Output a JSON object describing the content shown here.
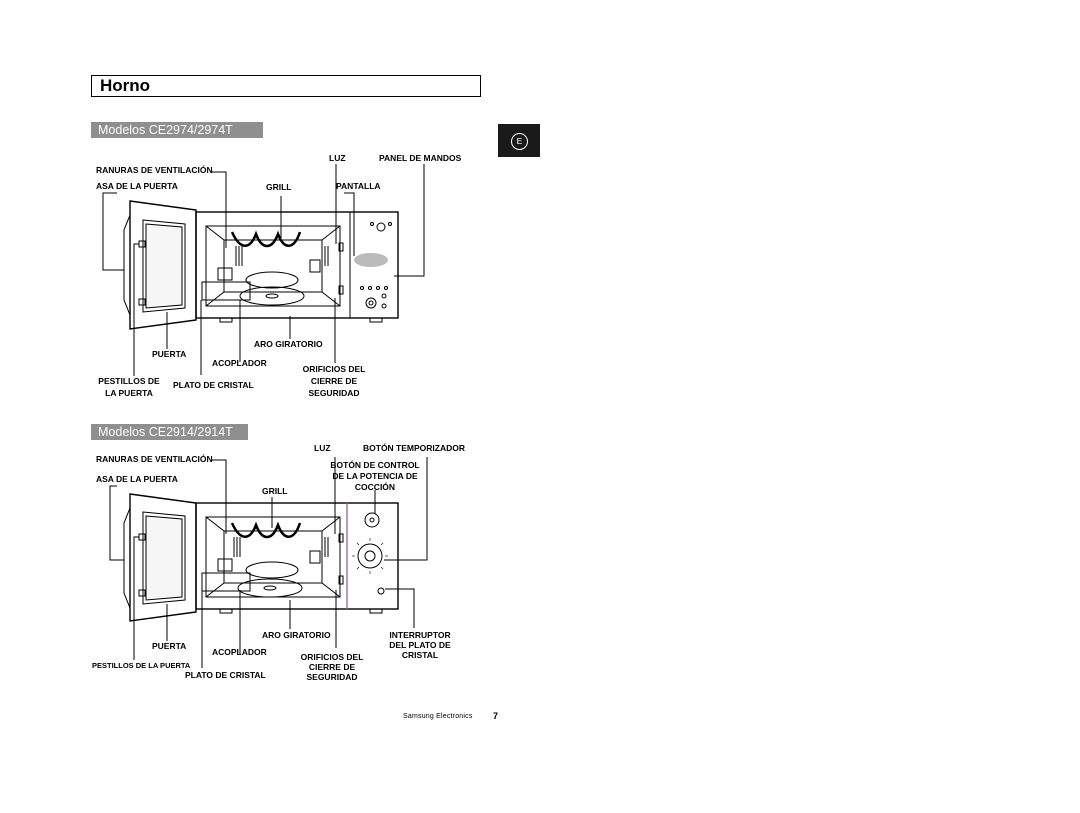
{
  "page": {
    "title": "Horno",
    "language_badge": "E",
    "footer": "Samsung Electronics",
    "page_number": "7"
  },
  "model1": {
    "title": "Modelos CE2974/2974T",
    "labels": {
      "ventilacion": "RANURAS DE VENTILACIÓN",
      "asa": "ASA DE LA PUERTA",
      "luz": "LUZ",
      "panel": "PANEL DE MANDOS",
      "grill": "GRILL",
      "pantalla": "PANTALLA",
      "aro": "ARO GIRATORIO",
      "puerta": "PUERTA",
      "acoplador": "ACOPLADOR",
      "orificios_1": "ORIFICIOS DEL",
      "orificios_2": "CIERRE DE",
      "orificios_3": "SEGURIDAD",
      "pestillos_1": "PESTILLOS DE",
      "pestillos_2": "LA PUERTA",
      "plato": "PLATO DE CRISTAL"
    }
  },
  "model2": {
    "title": "Modelos CE2914/2914T",
    "labels": {
      "ventilacion": "RANURAS DE VENTILACIÓN",
      "asa": "ASA DE LA PUERTA",
      "luz": "LUZ",
      "boton_temp": "BOTÓN TEMPORIZADOR",
      "boton_pot_1": "BOTÓN DE CONTROL",
      "boton_pot_2": "DE LA POTENCIA DE",
      "boton_pot_3": "COCCIÓN",
      "grill": "GRILL",
      "aro": "ARO GIRATORIO",
      "interruptor_1": "INTERRUPTOR",
      "interruptor_2": "DEL PLATO DE",
      "interruptor_3": "CRISTAL",
      "puerta": "PUERTA",
      "acoplador": "ACOPLADOR",
      "orificios_1": "ORIFICIOS DEL",
      "orificios_2": "CIERRE DE",
      "orificios_3": "SEGURIDAD",
      "pestillos": "PESTILLOS DE LA PUERTA",
      "plato": "PLATO DE CRISTAL"
    }
  }
}
